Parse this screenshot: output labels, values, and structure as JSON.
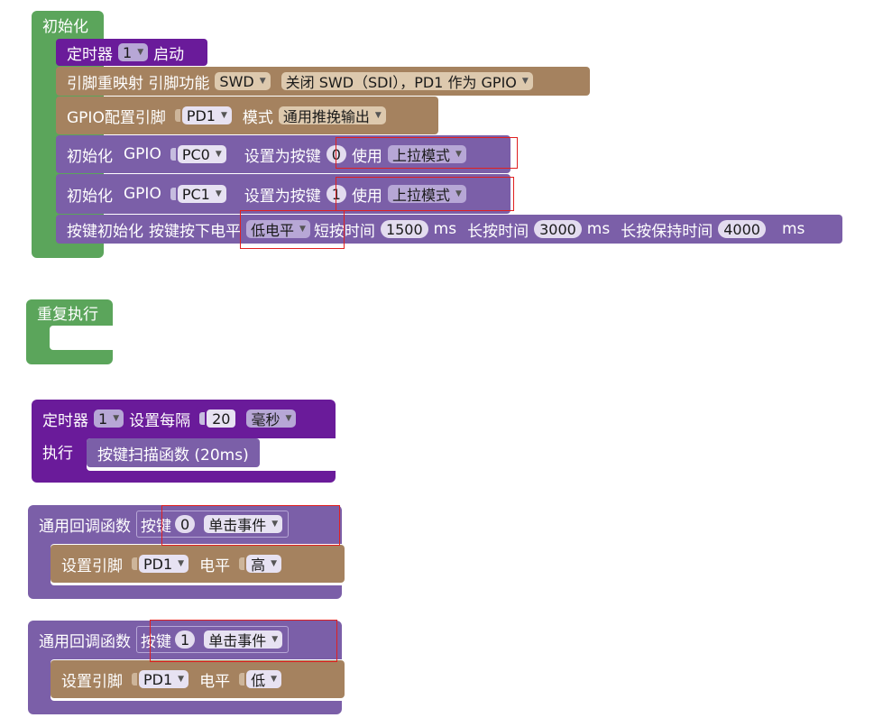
{
  "colors": {
    "green": "#5ba55b",
    "purple_dark": "#6a1b9a",
    "purple": "#7b5fa8",
    "brown": "#a5825f",
    "highlight": "#e02020"
  },
  "init": {
    "hat_label": "初始化",
    "timer_row": {
      "label": "定时器",
      "timer_no": "1",
      "action": "启动"
    },
    "remap_row": {
      "label": "引脚重映射 引脚功能",
      "func": "SWD",
      "mode": "关闭 SWD（SDI），PD1 作为 GPIO"
    },
    "gpio_cfg_row": {
      "label": "GPIO配置引脚",
      "pin": "PD1",
      "mode_label": "模式",
      "mode": "通用推挽输出"
    },
    "gpio_rows": [
      {
        "label1": "初始化",
        "label2": "GPIO",
        "pin": "PC0",
        "set_label": "设置为按键",
        "key_no": "0",
        "use_label": "使用",
        "pull": "上拉模式"
      },
      {
        "label1": "初始化",
        "label2": "GPIO",
        "pin": "PC1",
        "set_label": "设置为按键",
        "key_no": "1",
        "use_label": "使用",
        "pull": "上拉模式"
      }
    ],
    "key_row": {
      "label": "按键初始化",
      "level_label": "按键按下电平",
      "level": "低电平",
      "short_label": "短按时间",
      "short_val": "1500",
      "ms1": "ms",
      "long_label": "长按时间",
      "long_val": "3000",
      "ms2": "ms",
      "hold_label": "长按保持时间",
      "hold_val": "4000",
      "ms3": "ms"
    }
  },
  "loop": {
    "hat_label": "重复执行"
  },
  "timer": {
    "label": "定时器",
    "timer_no": "1",
    "interval_label": "设置每隔",
    "interval_val": "20",
    "unit": "毫秒",
    "do_label": "执行",
    "fn": "按键扫描函数 (20ms)"
  },
  "callbacks": [
    {
      "label": "通用回调函数",
      "key_label": "按键",
      "key_no": "0",
      "event": "单击事件",
      "set_label": "设置引脚",
      "pin": "PD1",
      "level_label": "电平",
      "level": "高"
    },
    {
      "label": "通用回调函数",
      "key_label": "按键",
      "key_no": "1",
      "event": "单击事件",
      "set_label": "设置引脚",
      "pin": "PD1",
      "level_label": "电平",
      "level": "低"
    }
  ]
}
